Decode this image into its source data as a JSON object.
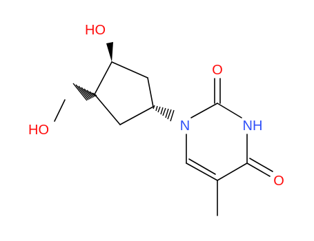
{
  "colors": {
    "oxygen": "#ff0d0d",
    "nitrogen": "#3050f8",
    "bond": "#000000",
    "background": "#ffffff"
  },
  "atoms": {
    "o_hydroxyl_top": "HO",
    "o_hydroxymethyl": "HO",
    "n1": "N",
    "n3h": "NH",
    "o2": "O",
    "o4": "O"
  }
}
